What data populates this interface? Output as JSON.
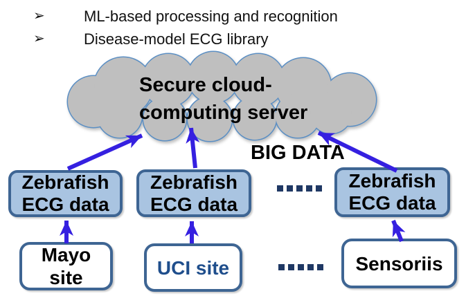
{
  "bullets": {
    "marker": "➢",
    "items": [
      {
        "text": "ML-based processing and recognition"
      },
      {
        "text": "Disease-model ECG library"
      }
    ]
  },
  "cloud": {
    "line1": "Secure cloud-",
    "line2": "computing server"
  },
  "big_data_label": "BIG DATA",
  "data_boxes": [
    {
      "line1": "Zebrafish",
      "line2": "ECG data"
    },
    {
      "line1": "Zebrafish",
      "line2": "ECG data"
    },
    {
      "line1": "Zebrafish",
      "line2": "ECG data"
    }
  ],
  "site_boxes": [
    {
      "line1": "Mayo",
      "line2": "site"
    },
    {
      "line1": "UCI site",
      "line2": ""
    },
    {
      "line1": "Sensoriis",
      "line2": ""
    }
  ],
  "separators": {
    "dot_count": 5,
    "dot_color": "#1F3864"
  },
  "colors": {
    "arrow": "#3520E0",
    "cloud_fill": "#BFBFBF",
    "cloud_stroke": "#5B8FC4",
    "data_box_fill": "#A9C4E1",
    "box_border": "#3E6593",
    "uci_text": "#1F4E8C",
    "text": "#000000"
  }
}
